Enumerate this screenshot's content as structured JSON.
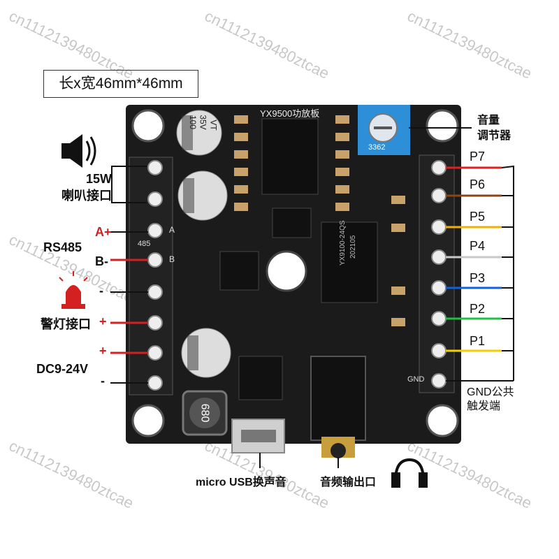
{
  "dimension_label": "长x宽46mm*46mm",
  "board": {
    "title": "YX9500功放板",
    "pot_number": "3362",
    "chip_main": "YX9100-24QS",
    "chip_date": "202105",
    "chip_inductor": "680",
    "cap_value": "100",
    "cap_voltage": "35V",
    "cap_series": "VT",
    "silkscreen_a": "A",
    "silkscreen_b": "B",
    "silkscreen_485": "485",
    "silkscreen_gnd": "GND"
  },
  "left_labels": {
    "speaker": "15W\n喇叭接口",
    "rs485": "RS485",
    "a_plus": "A+",
    "b_minus": "B-",
    "alarm": "警灯接口",
    "alarm_minus": "-",
    "alarm_plus": "+",
    "dc": "DC9-24V",
    "dc_plus": "+",
    "dc_minus": "-"
  },
  "right_labels": {
    "volume": "音量\n调节器",
    "pins": [
      "P7",
      "P6",
      "P5",
      "P4",
      "P3",
      "P2",
      "P1"
    ],
    "gnd": "GND公共\n触发端"
  },
  "bottom_labels": {
    "usb": "micro USB换声音",
    "audio_out": "音频输出口"
  },
  "watermark": "cn1112139480ztcae",
  "colors": {
    "board": "#1a1a1a",
    "p7": "#e02020",
    "p6": "#8b4513",
    "p5": "#f0b000",
    "p4": "#c8c8c8",
    "p3": "#1060e0",
    "p2": "#20c040",
    "p1": "#f0d000",
    "red": "#d42020"
  },
  "icons": [
    "speaker-icon",
    "alarm-light-icon",
    "headphones-icon"
  ]
}
